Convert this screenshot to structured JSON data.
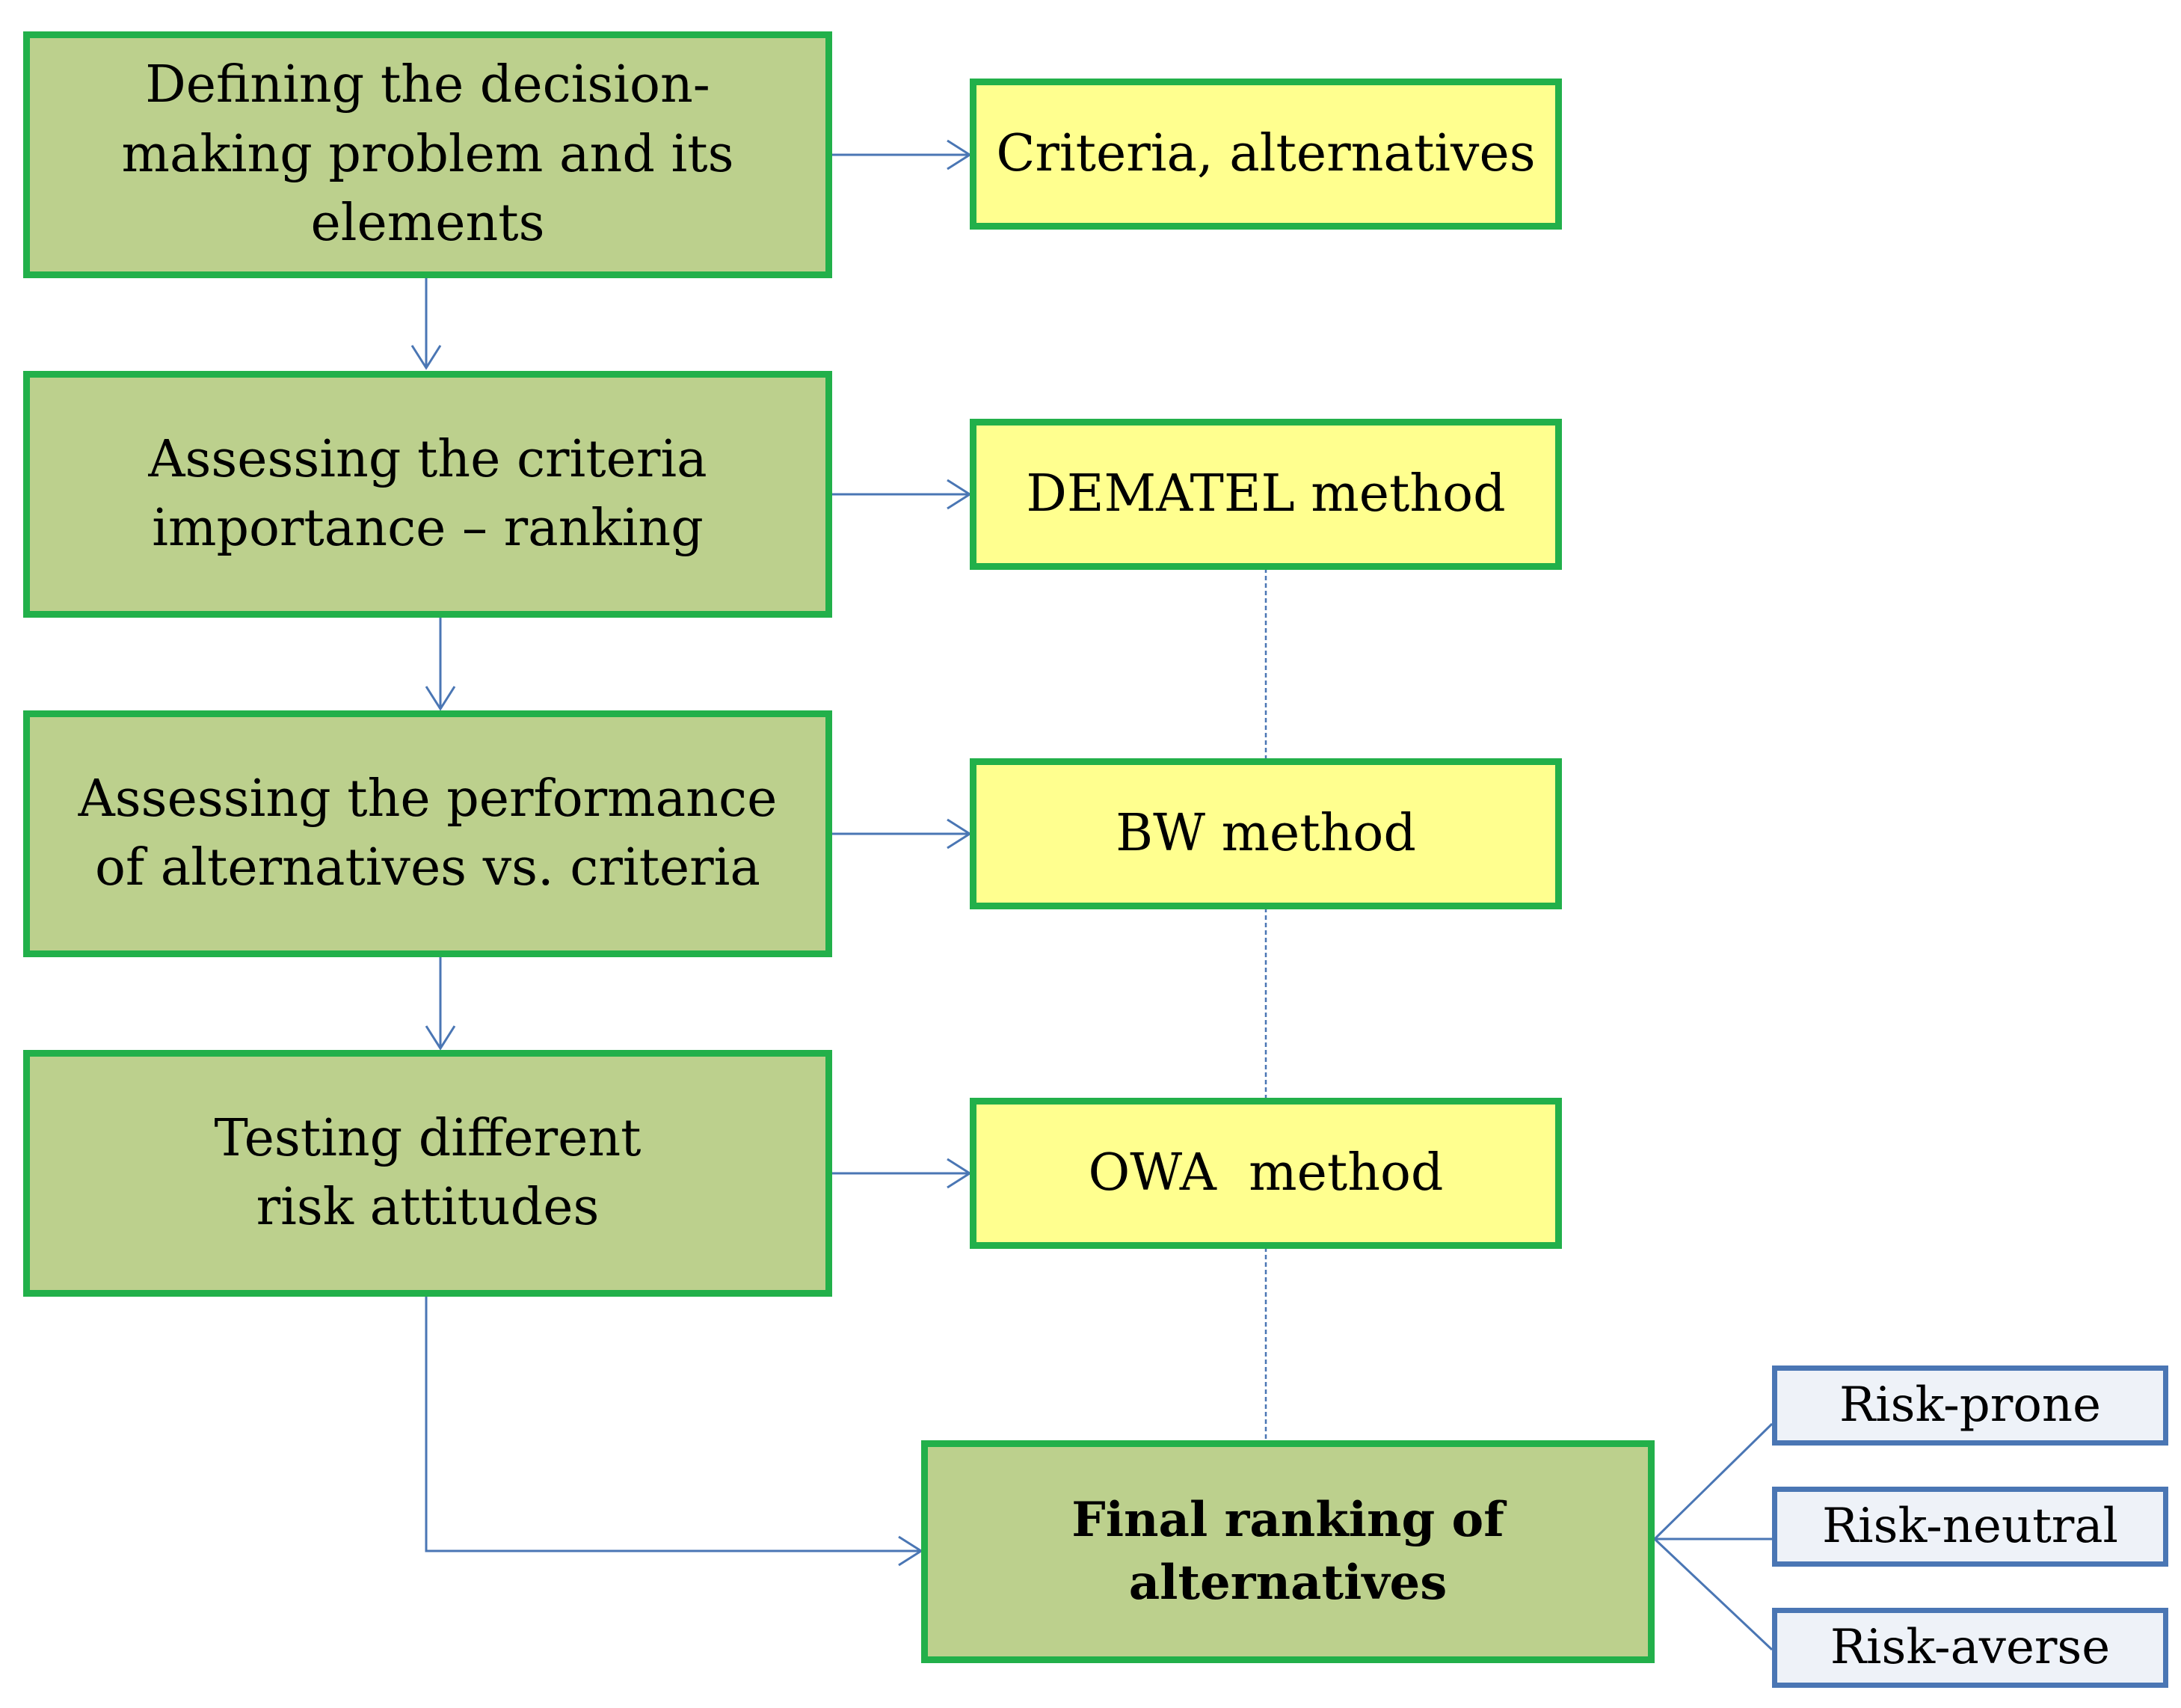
{
  "diagram": {
    "steps": [
      {
        "label": "Defining the decision-making problem and its elements"
      },
      {
        "label": "Assessing the criteria importance – ranking"
      },
      {
        "label": "Assessing the performance of alternatives vs. criteria"
      },
      {
        "label": "Testing different risk attitudes"
      }
    ],
    "methods": [
      {
        "label": "Criteria, alternatives"
      },
      {
        "label": "DEMATEL method"
      },
      {
        "label": "BW method"
      },
      {
        "label": "OWA  method"
      }
    ],
    "final": {
      "label": "Final ranking of alternatives"
    },
    "attitudes": [
      {
        "label": "Risk-prone"
      },
      {
        "label": "Risk-neutral"
      },
      {
        "label": "Risk-averse"
      }
    ],
    "colors": {
      "step_fill": "#bcd08d",
      "step_border": "#22b04a",
      "method_fill": "#ffff8f",
      "attitude_fill": "#eef2f8",
      "attitude_border": "#4a76b4",
      "connector": "#4a76b4"
    }
  }
}
